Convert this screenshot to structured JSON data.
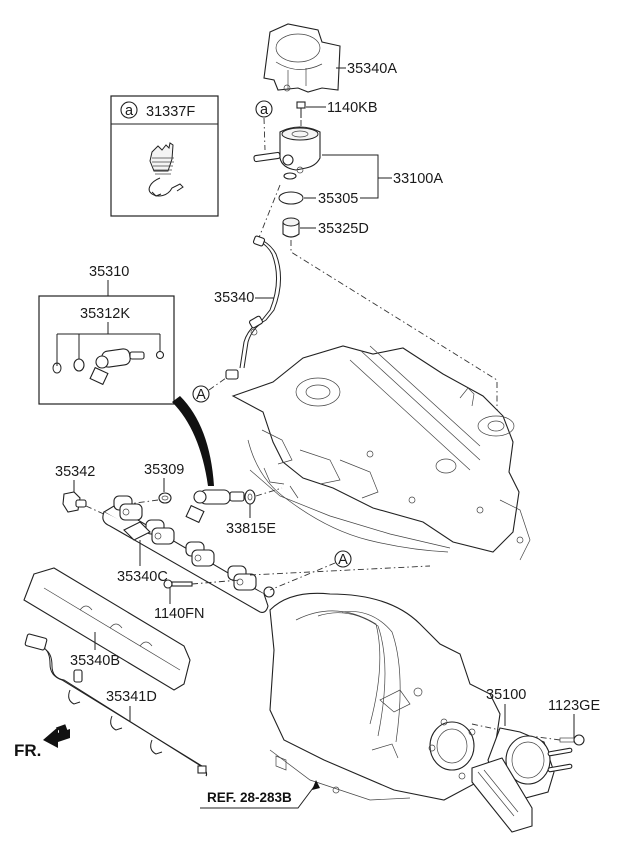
{
  "diagram": {
    "title": "Throttle Body & Injector / Fuel Pump Exploded View",
    "parts": {
      "cover": "35340A",
      "bolt_top": "1140KB",
      "pump_assy": "33100A",
      "o_ring": "35305",
      "lifter": "35325D",
      "fuel_pipe": "35340",
      "injector_kit_box": "35310",
      "injector_kit": "35312K",
      "pressure_sensor": "35342",
      "clip": "35309",
      "seal": "33815E",
      "fuel_rail": "35340C",
      "rail_bolt": "1140FN",
      "rail_cover": "35340B",
      "harness": "35341D",
      "throttle_body": "35100",
      "tb_bolt": "1123GE"
    },
    "inset": {
      "marker": "a",
      "part": "31337F"
    },
    "callouts": {
      "a_marker": "a",
      "A_marker": "A"
    },
    "reference": "REF. 28-283B",
    "direction_label": "FR."
  }
}
